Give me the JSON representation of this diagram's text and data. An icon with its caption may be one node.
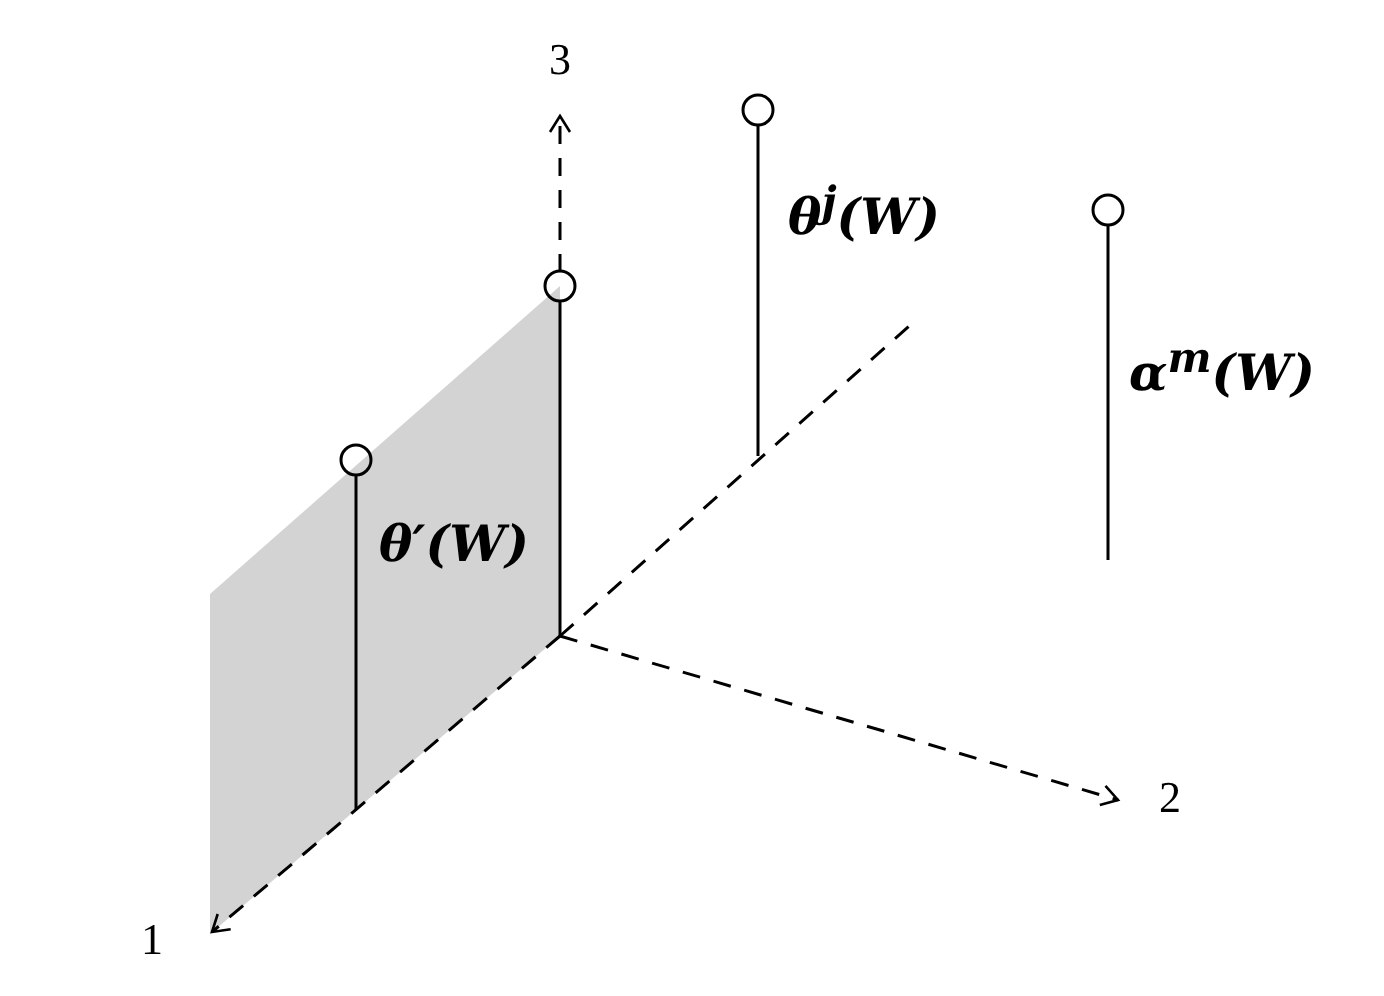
{
  "diagram": {
    "labels": [
      "3",
      "θ$^{j}$(W)",
      "α$^{m}$(W)",
      "θ′(W)",
      "2",
      "1"
    ]
  }
}
